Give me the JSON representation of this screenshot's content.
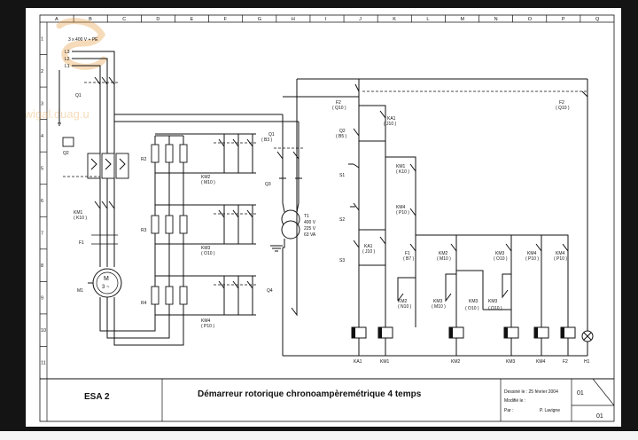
{
  "columns": [
    "A",
    "B",
    "C",
    "D",
    "E",
    "F",
    "G",
    "H",
    "I",
    "J",
    "K",
    "L",
    "M",
    "N",
    "O",
    "P",
    "Q"
  ],
  "rows": [
    "1",
    "2",
    "3",
    "4",
    "5",
    "6",
    "7",
    "8",
    "9",
    "10",
    "11"
  ],
  "supply": {
    "title": "3 x 400 V + PE",
    "lines": [
      "L3",
      "L2",
      "L1"
    ]
  },
  "watermark": {
    "text": "Swigal.duag.u"
  },
  "power": {
    "Q1": "Q1",
    "Q2": "Q2",
    "KM1": {
      "name": "KM1",
      "ref": "( K10 )"
    },
    "F1": "F1",
    "M1": {
      "name": "M1",
      "symbol": "M",
      "phase": "3 ~"
    },
    "R2": "R2",
    "R3": "R3",
    "R4": "R4",
    "KM2": {
      "name": "KM2",
      "ref": "( M10 )"
    },
    "KM3": {
      "name": "KM3",
      "ref": "( O10 )"
    },
    "KM4": {
      "name": "KM4",
      "ref": "( P10 )"
    }
  },
  "control": {
    "Q3": "Q3",
    "Q1b": {
      "name": "Q1",
      "ref": "( B3 )"
    },
    "T1": {
      "name": "T1",
      "v1": "400 V",
      "v2": "225 V",
      "va": "63 VA"
    },
    "Q4": "Q4",
    "F2": {
      "name": "F2",
      "ref": "( Q10 )"
    },
    "Q2b": {
      "name": "Q2",
      "ref": "( B5 )"
    },
    "S1": "S1",
    "S2": "S2",
    "S3": "S3",
    "KA1a": {
      "name": "KA1",
      "ref": "( J10 )"
    },
    "KA1b": {
      "name": "KA1",
      "ref": "( J10 )"
    },
    "KM1c": {
      "name": "KM1",
      "ref": "( K10 )"
    },
    "KM4c": {
      "name": "KM4",
      "ref": "( P10 )"
    },
    "F1c": {
      "name": "F1",
      "ref": "( B7 )"
    },
    "KM2c": {
      "name": "KM2",
      "ref": "( M10 )"
    },
    "KM3c": {
      "name": "KM3",
      "ref": "( O10 )"
    },
    "KM4d": {
      "name": "KM4",
      "ref": "( P10 )"
    },
    "KM4e": {
      "name": "KM4",
      "ref": "( P10 )"
    },
    "KM2d": {
      "name": "KM2",
      "ref": "( N10 )"
    },
    "KM3d": {
      "name": "KM3",
      "ref": "( M10 )"
    },
    "KM3e": {
      "name": "KM3",
      "ref": "( O10 )"
    },
    "KM3f": {
      "name": "KM3",
      "ref": "( O10 )"
    },
    "coils": [
      "KA1",
      "KM1",
      "KM2",
      "KM3",
      "KM4",
      "F2",
      "H1"
    ]
  },
  "title_block": {
    "code": "ESA 2",
    "title": "Démarreur rotorique chronoampèremétrique 4 temps",
    "drawn": "Dessiné le : 25 février 2004",
    "modified": "Modifié le :",
    "by_label": "Par :",
    "author": "P. Lavigne",
    "sheet": "01",
    "total": "01"
  }
}
